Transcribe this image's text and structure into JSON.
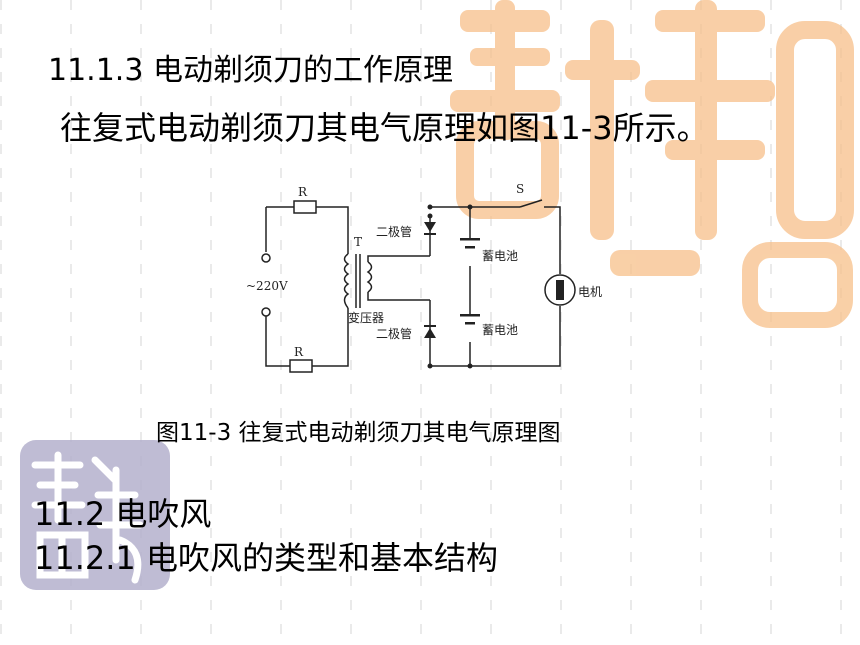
{
  "slide": {
    "heading_1113": "11.1.3 电动剃须刀的工作原理",
    "intro": "往复式电动剃须刀其电气原理如图11-3所示。",
    "caption": "图11-3 往复式电动剃须刀其电气原理图",
    "heading_112": "11.2 电吹风",
    "heading_1121": "11.2.1 电吹风的类型和基本结构"
  },
  "diagram": {
    "resistor_top": "R",
    "resistor_bottom": "R",
    "source": "~220V",
    "transformer_symbol": "T",
    "transformer_label": "变压器",
    "diode_top": "二极管",
    "diode_bottom": "二极管",
    "battery_top": "蓄电池",
    "battery_bottom": "蓄电池",
    "switch": "S",
    "motor": "电机"
  },
  "colors": {
    "seal_orange": "#f7c08a",
    "seal_lavender": "#b4b0cc"
  }
}
